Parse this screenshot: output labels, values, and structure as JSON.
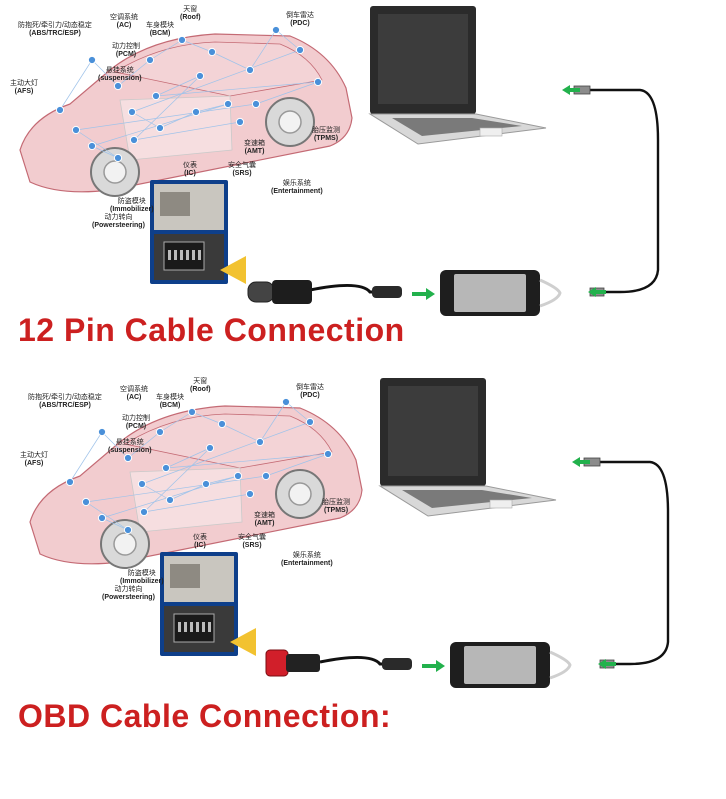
{
  "colors": {
    "caption": "#cc2020",
    "car_body": "#e7a2a8",
    "node": "#4a90d9",
    "arrow": "#22b14c",
    "laptop": "#2b2b2b"
  },
  "panels": [
    {
      "caption": "12 Pin Cable Connection",
      "connector_type": "12-pin",
      "labels": [
        {
          "cn": "防抱死/牵引力/动态稳定",
          "en": "(ABS/TRC/ESP)"
        },
        {
          "cn": "空调系统",
          "en": "(AC)"
        },
        {
          "cn": "车身模块",
          "en": "(BCM)"
        },
        {
          "cn": "天窗",
          "en": "(Roof)"
        },
        {
          "cn": "倒车雷达",
          "en": "(PDC)"
        },
        {
          "cn": "动力控制",
          "en": "(PCM)"
        },
        {
          "cn": "悬挂系统",
          "en": "(suspension)"
        },
        {
          "cn": "主动大灯",
          "en": "(AFS)"
        },
        {
          "cn": "胎压监测",
          "en": "(TPMS)"
        },
        {
          "cn": "变速箱",
          "en": "(AMT)"
        },
        {
          "cn": "仪表",
          "en": "(IC)"
        },
        {
          "cn": "安全气囊",
          "en": "(SRS)"
        },
        {
          "cn": "娱乐系统",
          "en": "(Entertainment)"
        },
        {
          "cn": "防盗模块",
          "en": "(Immobilizer)"
        },
        {
          "cn": "动力转向",
          "en": "(Powersteering)"
        }
      ]
    },
    {
      "caption": "OBD Cable Connection:",
      "connector_type": "obd",
      "labels": [
        {
          "cn": "防抱死/牵引力/动态稳定",
          "en": "(ABS/TRC/ESP)"
        },
        {
          "cn": "空调系统",
          "en": "(AC)"
        },
        {
          "cn": "车身模块",
          "en": "(BCM)"
        },
        {
          "cn": "天窗",
          "en": "(Roof)"
        },
        {
          "cn": "倒车雷达",
          "en": "(PDC)"
        },
        {
          "cn": "动力控制",
          "en": "(PCM)"
        },
        {
          "cn": "悬挂系统",
          "en": "(suspension)"
        },
        {
          "cn": "主动大灯",
          "en": "(AFS)"
        },
        {
          "cn": "胎压监测",
          "en": "(TPMS)"
        },
        {
          "cn": "变速箱",
          "en": "(AMT)"
        },
        {
          "cn": "仪表",
          "en": "(IC)"
        },
        {
          "cn": "安全气囊",
          "en": "(SRS)"
        },
        {
          "cn": "娱乐系统",
          "en": "(Entertainment)"
        },
        {
          "cn": "防盗模块",
          "en": "(Immobilizer)"
        },
        {
          "cn": "动力转向",
          "en": "(Powersteering)"
        }
      ]
    }
  ]
}
